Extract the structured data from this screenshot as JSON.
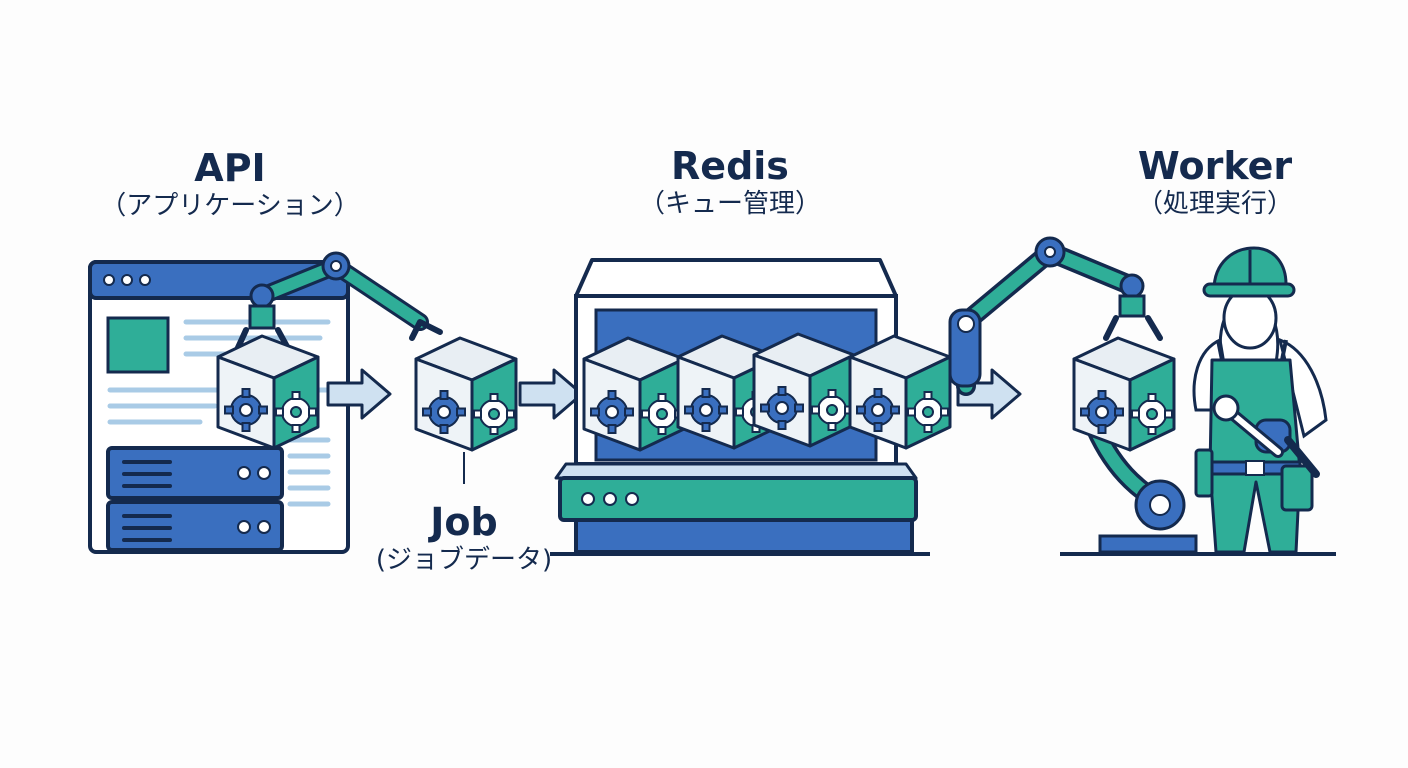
{
  "stages": [
    {
      "title": "API",
      "subtitle": "（アプリケーション）"
    },
    {
      "title": "Job",
      "subtitle": "(ジョブデータ)"
    },
    {
      "title": "Redis",
      "subtitle": "（キュー管理）"
    },
    {
      "title": "Worker",
      "subtitle": "（処理実行）"
    }
  ],
  "colors": {
    "outline": "#142a4e",
    "blue": "#3a6fbf",
    "teal": "#2fae98",
    "light_blue": "#cfe1f1",
    "cube_face": "#e8eef3"
  },
  "icons": [
    "browser-window-icon",
    "server-rack-icon",
    "robot-arm-icon",
    "job-cube-icon",
    "gear-icon",
    "queue-machine-icon",
    "worker-person-icon",
    "hard-hat-icon",
    "wrench-icon"
  ]
}
